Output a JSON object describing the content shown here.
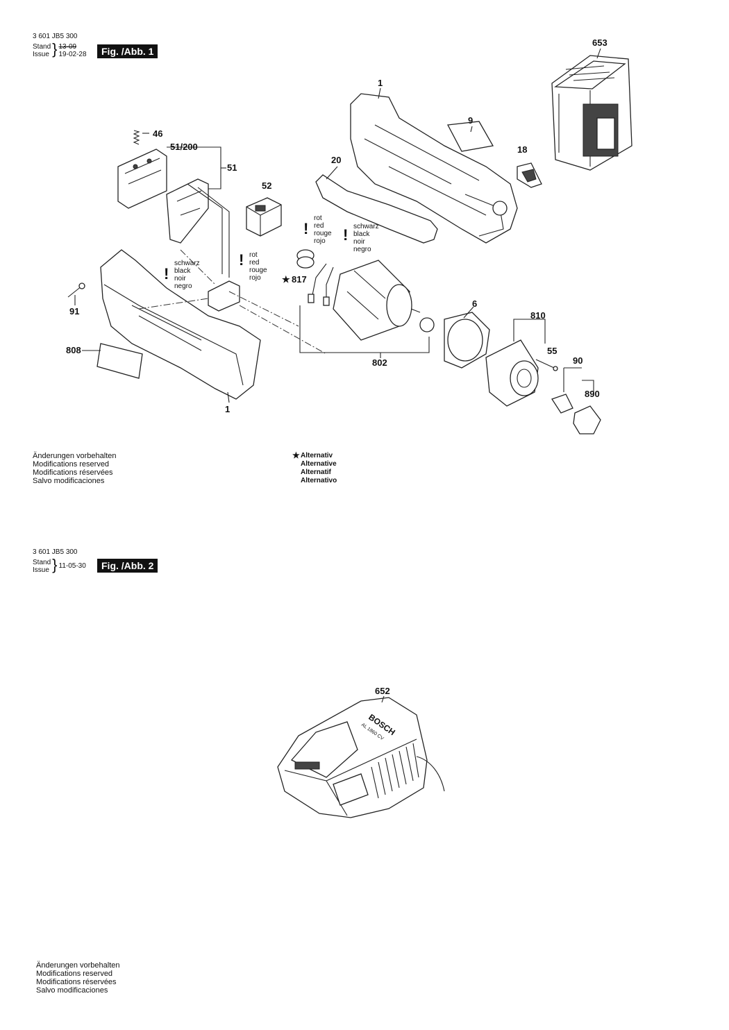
{
  "fig1": {
    "code": "3 601 JB5 300",
    "stand_label": "Stand",
    "issue_label": "Issue",
    "stand_date": "13-09",
    "issue_date": "19-02-28",
    "fig_label": "Fig. /Abb. 1",
    "parts": [
      "653",
      "1",
      "9",
      "18",
      "46",
      "51/200",
      "51",
      "20",
      "52",
      "91",
      "817",
      "6",
      "810",
      "55",
      "90",
      "890",
      "808",
      "802",
      "1"
    ],
    "wire_red": [
      "rot",
      "red",
      "rouge",
      "rojo"
    ],
    "wire_black": [
      "schwarz",
      "black",
      "noir",
      "negro"
    ],
    "star": "★",
    "modifications": [
      "Änderungen vorbehalten",
      "Modifications reserved",
      "Modifications réservées",
      "Salvo modificaciones"
    ],
    "alternative": [
      "Alternativ",
      "Alternative",
      "Alternatif",
      "Alternativo"
    ]
  },
  "fig2": {
    "code": "3 601 JB5 300",
    "stand_label": "Stand",
    "issue_label": "Issue",
    "date": "11-05-30",
    "fig_label": "Fig. /Abb. 2",
    "parts": [
      "652"
    ],
    "brand": "BOSCH",
    "model": "AL 1860 CV",
    "modifications": [
      "Änderungen vorbehalten",
      "Modifications reserved",
      "Modifications réservées",
      "Salvo modificaciones"
    ]
  }
}
